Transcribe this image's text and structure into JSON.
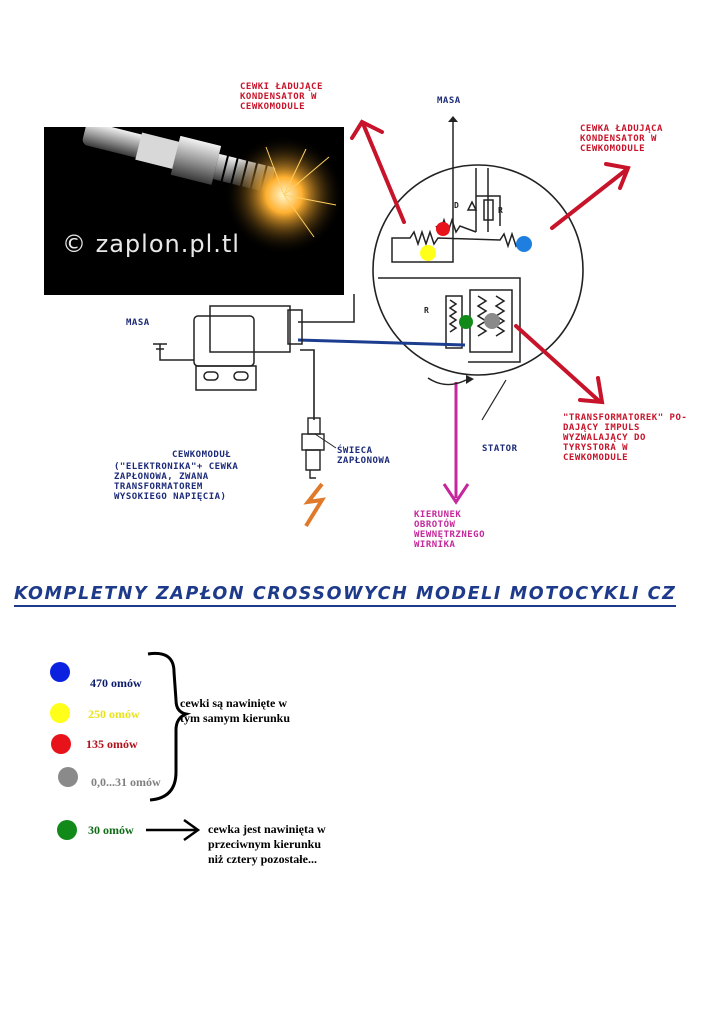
{
  "photo": {
    "watermark": "© zaplon.pl.tl"
  },
  "diagram_labels": {
    "cewki_ladujace": "CEWKI ŁADUJĄCE\nKONDENSATOR W\nCEWKOMODULE",
    "masa_top": "MASA",
    "cewka_ladujaca": "CEWKA ŁADUJĄCA\nKONDENSATOR W\nCEWKOMODULE",
    "masa_left": "MASA",
    "d": "D",
    "r_top": "R",
    "r_mid": "R",
    "transformatorek": "\"TRANSFORMATOREK\" PO-\nDAJĄCY IMPULS\nWYZWALAJĄCY DO\nTYRYSTORA W\nCEWKOMODULE",
    "stator": "STATOR",
    "cewkomodul": "CEWKOMODUŁ",
    "cewkomodul_desc": "(\"ELEKTRONIKA\"+ CEWKA\nZAPŁONOWA, ZWANA\nTRANSFORMATOREM\nWYSOKIEGO NAPIĘCIA)",
    "swieca": "ŚWIECA\nZAPŁONOWA",
    "kierunek": "KIERUNEK\nOBROTÓW\nWEWNĘTRZNEGO\nWIRNIKA"
  },
  "title": "KOMPLETNY ZAPŁON CROSSOWYCH MODELI MOTOCYKLI CZ",
  "legend": {
    "items": [
      {
        "color": "#0a22e0",
        "label": "470 omów",
        "label_color": "#0b1a6b"
      },
      {
        "color": "#ffff1a",
        "label": "250 omów",
        "label_color": "#e8e21a"
      },
      {
        "color": "#e8121a",
        "label": "135 omów",
        "label_color": "#b0101a"
      },
      {
        "color": "#8a8a8a",
        "label": "0,0...31 omów",
        "label_color": "#808080"
      },
      {
        "color": "#128a1a",
        "label": "30 omów",
        "label_color": "#0e6b14"
      }
    ],
    "note_same": "cewki są nawinięte w\ntym samym kierunku",
    "note_opposite": "cewka jest nawinięta w\nprzeciwnym kierunku\nniż cztery pozostałe..."
  }
}
